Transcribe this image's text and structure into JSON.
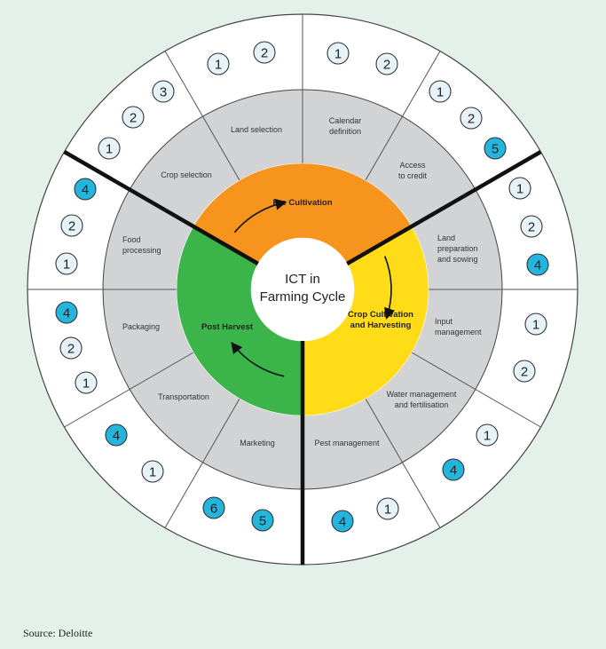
{
  "center": {
    "line1": "ICT in",
    "line2": "Farming Cycle"
  },
  "phases": [
    {
      "lines": [
        "Pre Cultivation"
      ],
      "color": "#f7941d"
    },
    {
      "lines": [
        "Crop Cultivation",
        "and Harvesting"
      ],
      "color": "#ffdc17"
    },
    {
      "lines": [
        "Post Harvest"
      ],
      "color": "#3bb54a"
    }
  ],
  "activities": [
    {
      "lines": [
        "Calendar",
        "definition"
      ],
      "tags": [
        "1",
        "2"
      ]
    },
    {
      "lines": [
        "Access",
        "to credit"
      ],
      "tags": [
        "1",
        "2",
        "5"
      ]
    },
    {
      "lines": [
        "Land",
        "preparation",
        "and sowing"
      ],
      "tags": [
        "1",
        "2",
        "4"
      ]
    },
    {
      "lines": [
        "Input",
        "management"
      ],
      "tags": [
        "1",
        "2"
      ]
    },
    {
      "lines": [
        "Water management",
        "and fertilisation"
      ],
      "tags": [
        "1",
        "4"
      ]
    },
    {
      "lines": [
        "Pest management"
      ],
      "tags": [
        "1",
        "4"
      ]
    },
    {
      "lines": [
        "Marketing"
      ],
      "tags": [
        "5",
        "6"
      ]
    },
    {
      "lines": [
        "Transportation"
      ],
      "tags": [
        "1",
        "4"
      ]
    },
    {
      "lines": [
        "Packaging"
      ],
      "tags": [
        "1",
        "2",
        "4"
      ]
    },
    {
      "lines": [
        "Food",
        "processing"
      ],
      "tags": [
        "1",
        "2",
        "4"
      ]
    },
    {
      "lines": [
        "Crop selection"
      ],
      "tags": [
        "1",
        "2",
        "3"
      ]
    },
    {
      "lines": [
        "Land selection"
      ],
      "tags": [
        "1",
        "2"
      ]
    }
  ],
  "badge_colors": {
    "default": "#e6f4fa",
    "highlight": "#25b4dc",
    "highlighted_values": [
      "4",
      "5",
      "6"
    ]
  },
  "source": "Source: Deloitte"
}
